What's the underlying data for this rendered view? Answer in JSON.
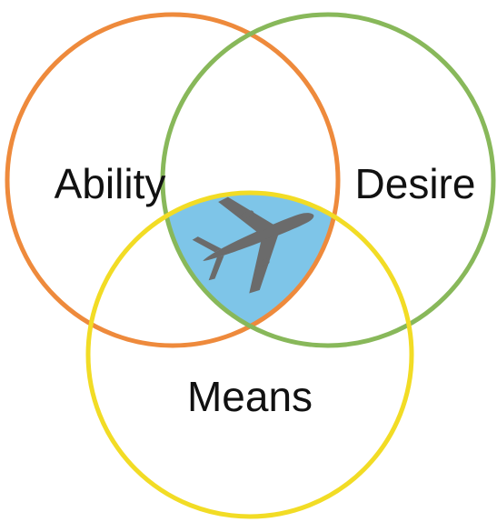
{
  "diagram": {
    "type": "venn-3",
    "sets": [
      {
        "id": "ability",
        "label": "Ability",
        "color": "#ee8a3c"
      },
      {
        "id": "desire",
        "label": "Desire",
        "color": "#88b85a"
      },
      {
        "id": "means",
        "label": "Means",
        "color": "#f2dc25"
      }
    ],
    "intersection": {
      "fill_color": "#7ec5e8",
      "icon": "airplane-icon",
      "icon_color": "#6b6b6b"
    }
  }
}
